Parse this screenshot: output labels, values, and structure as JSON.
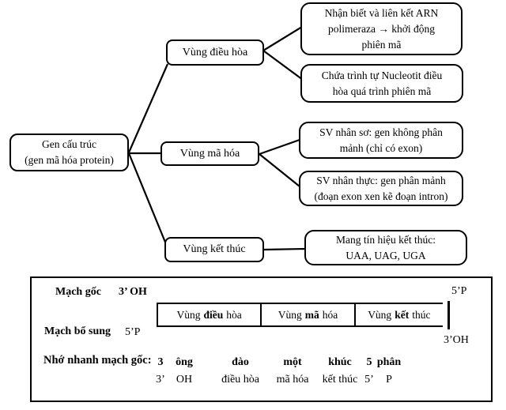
{
  "flowchart": {
    "root": {
      "text": "Gen cấu trúc\n(gen mã hóa protein)"
    },
    "branches": [
      {
        "label": "Vùng điều hòa",
        "leaves": [
          "Nhận biết và liên kết ARN\npolimeraza  → khởi động\nphiên mã",
          "Chứa trình tự Nucleotit  điều\nhòa quá trình phiên mã"
        ]
      },
      {
        "label": "Vùng mã hóa",
        "leaves": [
          "SV nhân sơ: gen không phân\nmảnh (chỉ có exon)",
          "SV nhân thực: gen phân mảnh\n(đoạn exon xen kẽ đoạn intron)"
        ]
      },
      {
        "label": "Vùng kết thúc",
        "leaves": [
          "Mang tín hiệu kết thúc:\nUAA, UAG, UGA"
        ]
      }
    ]
  },
  "strand_panel": {
    "template_strand": {
      "label": "Mạch gốc",
      "left_end": "3’ OH",
      "right_end": "5’P"
    },
    "complement_strand": {
      "label": "Mạch bổ sung",
      "left_end": "5’P",
      "right_end": "3’OH"
    },
    "regions": [
      {
        "pre": "Vùng",
        "bold": "điều",
        "post": "hòa"
      },
      {
        "pre": "Vùng",
        "bold": "mã",
        "post": "hóa"
      },
      {
        "pre": "Vùng",
        "bold": "kết",
        "post": "thúc"
      }
    ],
    "mnemonic": {
      "label": "Nhớ nhanh mạch gốc:",
      "columns": [
        {
          "word": "3",
          "meaning": "3’"
        },
        {
          "word": "ông",
          "meaning": "OH"
        },
        {
          "word": "đào",
          "meaning": "điều hòa"
        },
        {
          "word": "một",
          "meaning": "mã hóa"
        },
        {
          "word": "khúc",
          "meaning": "kết thúc"
        },
        {
          "word": "5",
          "meaning": "5’"
        },
        {
          "word": "phân",
          "meaning": "P"
        }
      ]
    }
  },
  "colors": {
    "ink": "#000000",
    "background": "#ffffff"
  }
}
